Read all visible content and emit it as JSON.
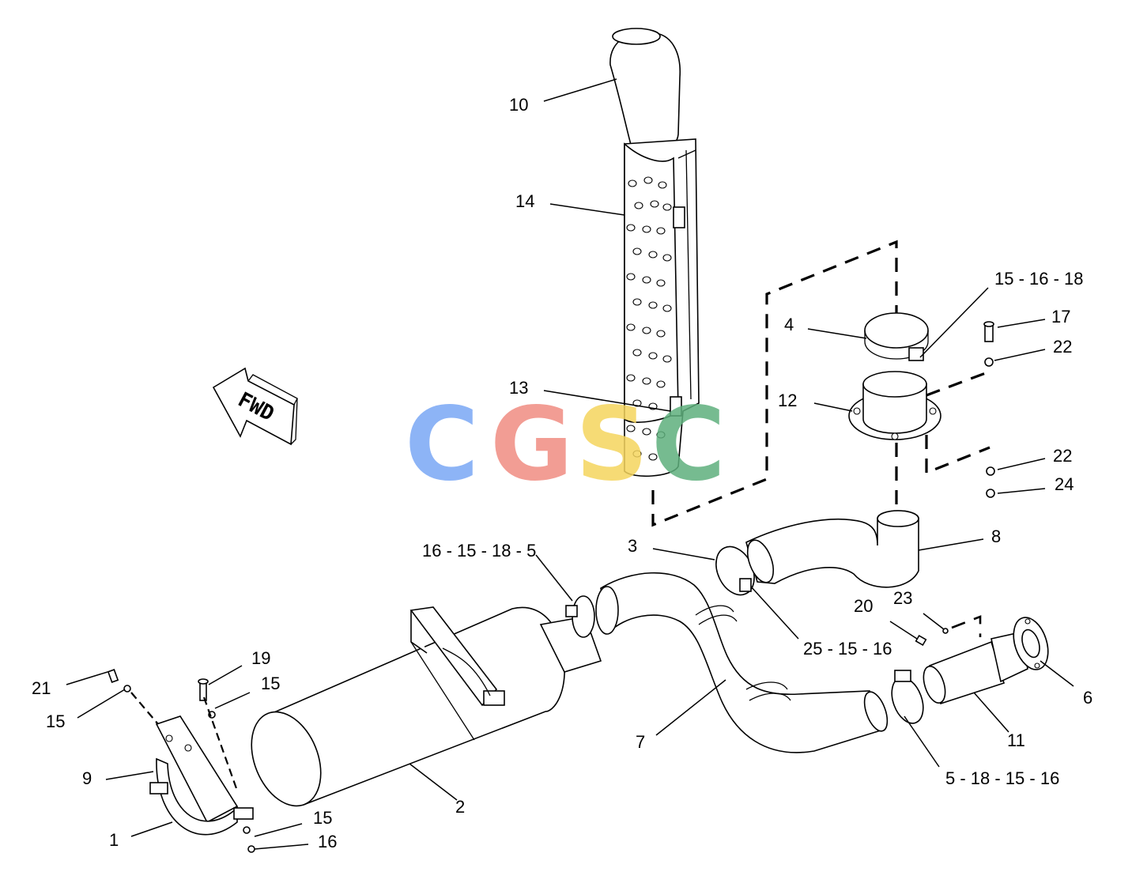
{
  "fwd_arrow": {
    "label": "FWD"
  },
  "watermark": {
    "letters": [
      "C",
      "G",
      "S",
      "C"
    ],
    "colors": [
      "#7aa7f5",
      "#f08c82",
      "#f5d55e",
      "#5fb07d"
    ]
  },
  "callouts": {
    "c1": "1",
    "c2": "2",
    "c3": "3",
    "c4": "4",
    "c6": "6",
    "c7": "7",
    "c8": "8",
    "c9": "9",
    "c10": "10",
    "c11": "11",
    "c12": "12",
    "c13": "13",
    "c14": "14",
    "c15a": "15",
    "c15b": "15",
    "c15c": "15",
    "c16": "16",
    "c17": "17",
    "c19": "19",
    "c20": "20",
    "c21": "21",
    "c22a": "22",
    "c22b": "22",
    "c23": "23",
    "c24": "24",
    "c15_16_18": "15 - 16 - 18",
    "c16_15_18_5": "16 - 15 - 18 - 5",
    "c25_15_16": "25 - 15 - 16",
    "c5_18_15_16": "5 - 18 - 15 - 16"
  }
}
